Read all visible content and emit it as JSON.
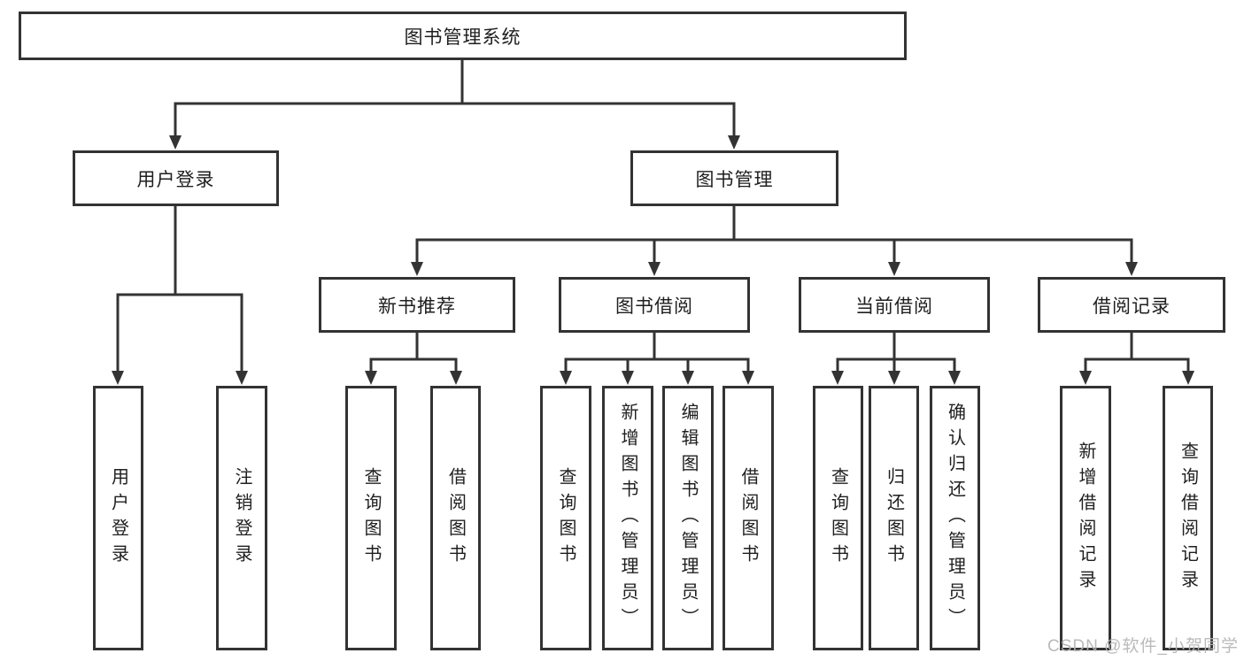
{
  "nodes": {
    "root": "图书管理系统",
    "user_login": "用户登录",
    "book_mgmt": "图书管理",
    "new_books": "新书推荐",
    "book_borrow": "图书借阅",
    "current_borrow": "当前借阅",
    "borrow_records": "借阅记录",
    "ul_login": "用户登录",
    "ul_logout": "注销登录",
    "nb_query": "查询图书",
    "nb_borrow": "借阅图书",
    "bb_query": "查询图书",
    "bb_add": "新增图书（管理员）",
    "bb_edit": "编辑图书（管理员）",
    "bb_borrow": "借阅图书",
    "cb_query": "查询图书",
    "cb_return": "归还图书",
    "cb_confirm": "确认归还（管理员）",
    "br_add": "新增借阅记录",
    "br_query": "查询借阅记录"
  },
  "watermark": "CSDN @软件_小贺同学",
  "colors": {
    "line": "#333333",
    "text": "#1f1f1f",
    "background": "#ffffff",
    "watermark": "#b5b5b5"
  }
}
